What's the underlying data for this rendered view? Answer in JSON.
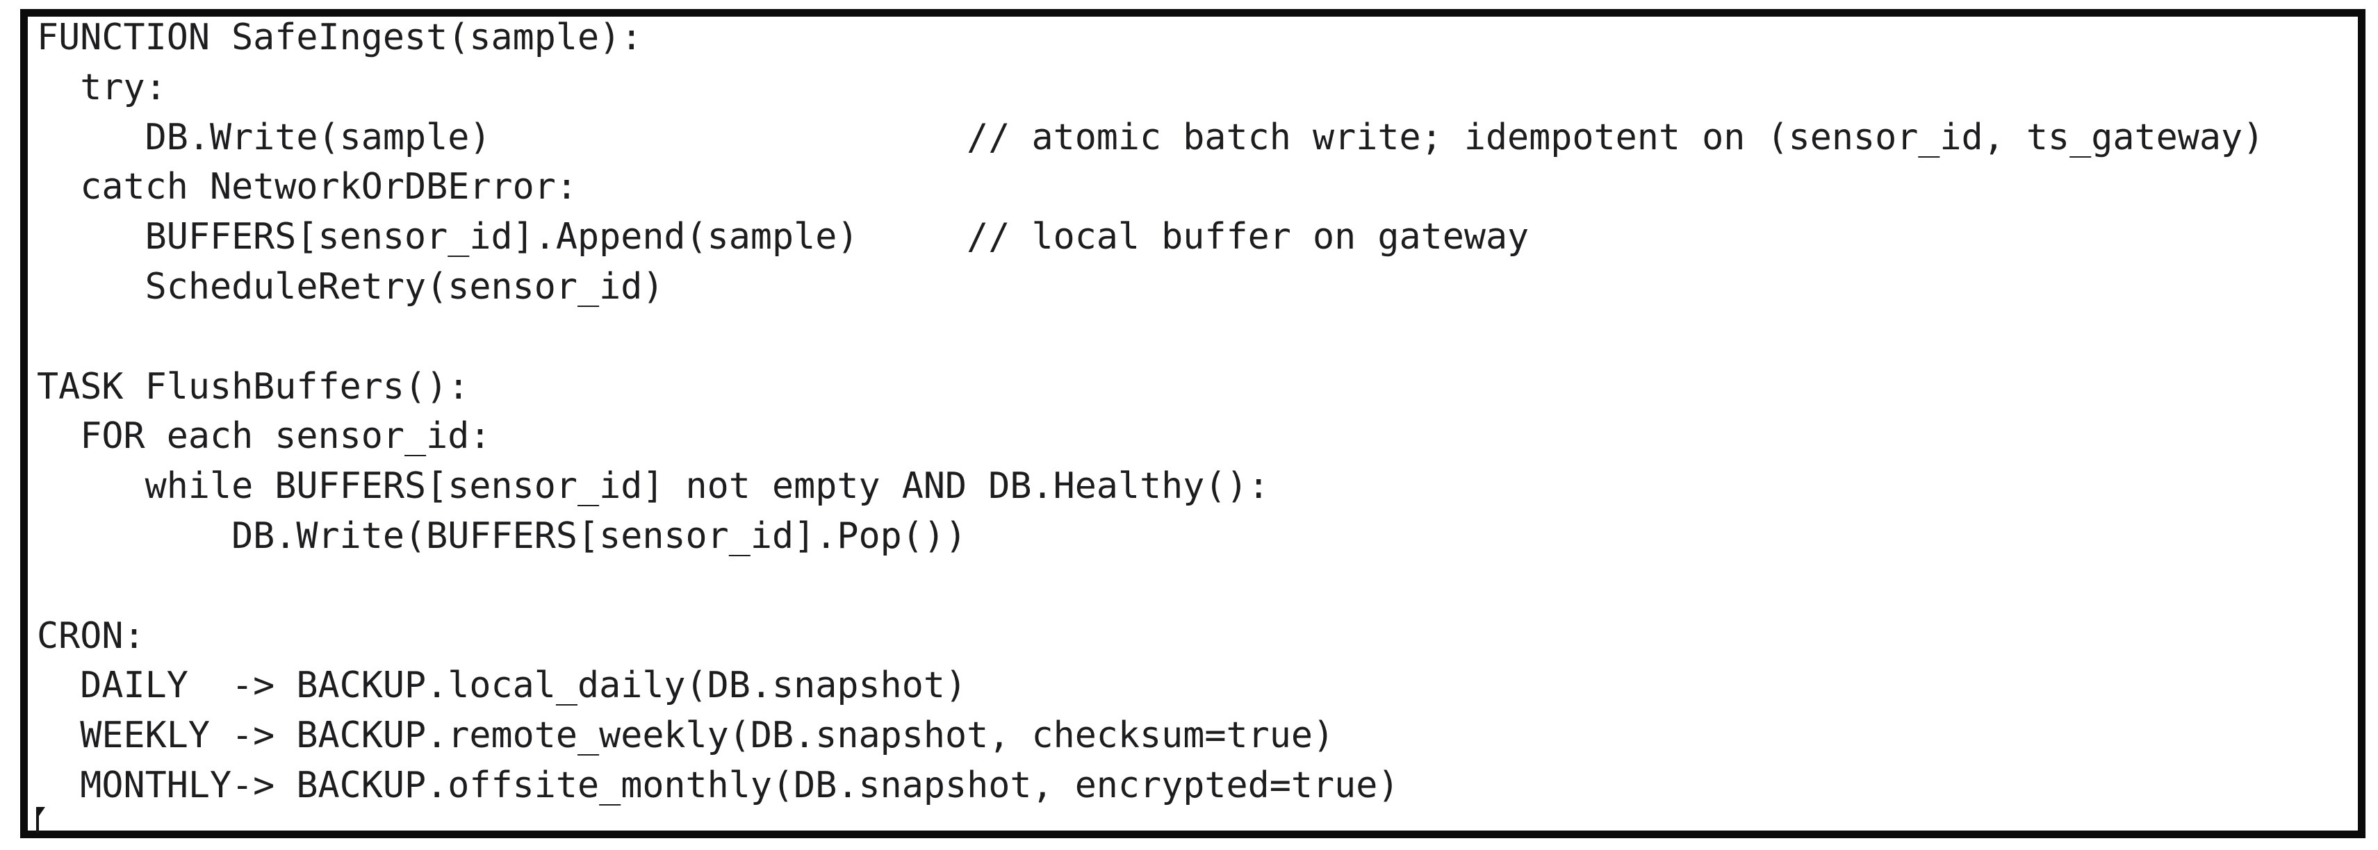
{
  "document": {
    "type": "pseudocode-block",
    "colors": {
      "background": "#ffffff",
      "frame_border": "#0b0b0b",
      "text": "#1d1d1f"
    },
    "code_lines": [
      "FUNCTION SafeIngest(sample):",
      "  try:",
      "     DB.Write(sample)                      // atomic batch write; idempotent on (sensor_id, ts_gateway)",
      "  catch NetworkOrDBError:",
      "     BUFFERS[sensor_id].Append(sample)     // local buffer on gateway",
      "     ScheduleRetry(sensor_id)",
      "",
      "TASK FlushBuffers():",
      "  FOR each sensor_id:",
      "     while BUFFERS[sensor_id] not empty AND DB.Healthy():",
      "         DB.Write(BUFFERS[sensor_id].Pop())",
      "",
      "CRON:",
      "  DAILY  -> BACKUP.local_daily(DB.snapshot)",
      "  WEEKLY -> BACKUP.remote_weekly(DB.snapshot, checksum=true)",
      "  MONTHLY-> BACKUP.offsite_monthly(DB.snapshot, encrypted=true)"
    ],
    "caret": {
      "visible": true,
      "location": "bottom-left-below-last-line"
    }
  }
}
